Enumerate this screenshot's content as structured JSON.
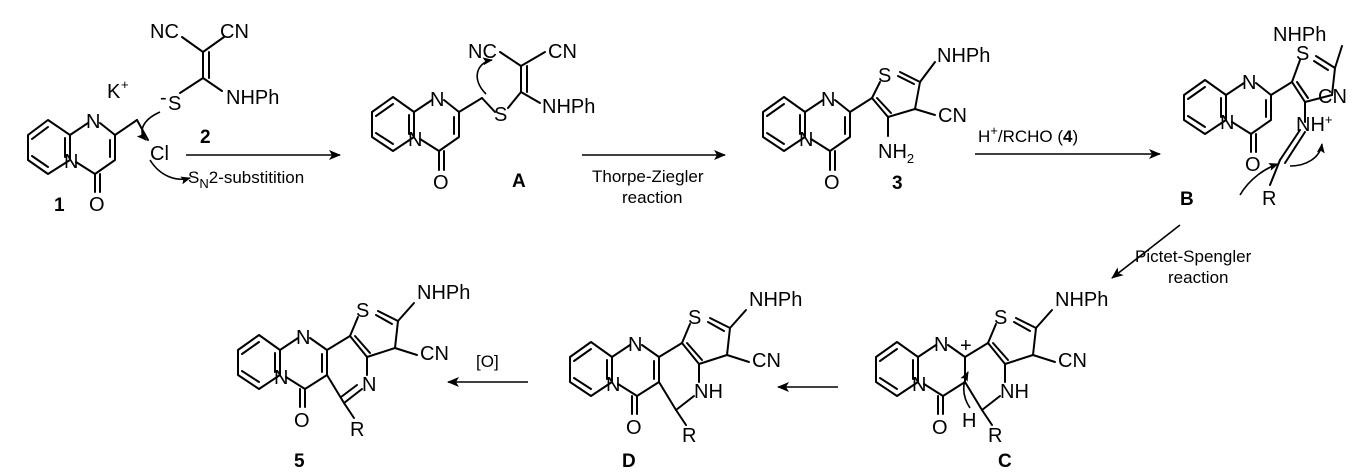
{
  "atoms": {
    "n": "N",
    "o": "O",
    "s": "S",
    "nc": "NC",
    "cn": "CN",
    "cl": "Cl",
    "k": "K",
    "s_minus": "S",
    "nhph": "NHPh",
    "nh": "NH",
    "nh2_base": "NH",
    "nh2_sub": "2",
    "nh_plus_base": "NH",
    "r": "R",
    "h": "H",
    "plus": "+",
    "minus": "-"
  },
  "compounds": {
    "c1": "1",
    "c2": "2",
    "cA": "A",
    "c3": "3",
    "cB": "B",
    "cC": "C",
    "cD": "D",
    "c5": "5"
  },
  "conditions": {
    "step1_S": "S",
    "step1_sub": "N",
    "step1_rest": "2-substitition",
    "step2_line1": "Thorpe-Ziegler",
    "step2_line2": "reaction",
    "step3_H": "H",
    "step3_rest": "/RCHO (",
    "step3_num": "4",
    "step3_close": ")",
    "step4_line1": "Pictet-Spengler",
    "step4_line2": "reaction",
    "step6": "[O]"
  }
}
